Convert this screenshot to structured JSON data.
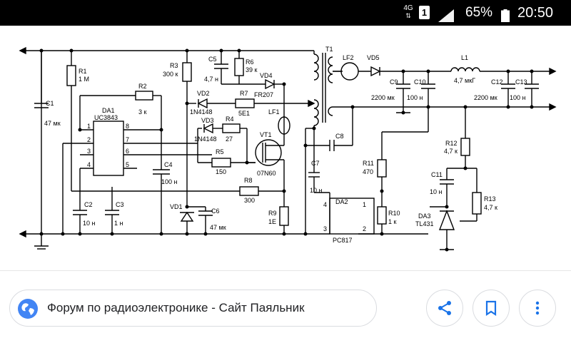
{
  "status_bar": {
    "network_type": "4G",
    "sim_slot": "1",
    "battery_percent": "65%",
    "time": "20:50",
    "icons": [
      "signal-icon",
      "battery-icon",
      "data-arrows-icon"
    ]
  },
  "schematic": {
    "labels": {
      "t1": "T1",
      "lf2": "LF2",
      "vd5": "VD5",
      "l1": "L1",
      "l1_val": "4,7 мкГ",
      "c1": "C1",
      "c1_val": "47 мк",
      "r1": "R1",
      "r1_val": "1 М",
      "r2": "R2",
      "r2_val": "3 к",
      "r3": "R3",
      "r3_val": "300 к",
      "c5": "C5",
      "c5_val": "4,7 н",
      "r6": "R6",
      "r6_val": "39 к",
      "vd4": "VD4",
      "vd4_val": "FR207",
      "vd2": "VD2",
      "vd2_val": "1N4148",
      "r7": "R7",
      "r7_val": "5Е1",
      "vd3": "VD3",
      "vd3_val": "1N4148",
      "r4": "R4",
      "r4_val": "27",
      "lf1": "LF1",
      "vt1": "VT1",
      "vt1_val": "07N60",
      "r5": "R5",
      "r5_val": "150",
      "da1": "DA1",
      "da1_val": "UC3843",
      "pin1": "1",
      "pin2": "2",
      "pin3": "3",
      "pin4": "4",
      "pin5": "5",
      "pin6": "6",
      "pin7": "7",
      "pin8": "8",
      "c4": "C4",
      "c4_val": "100 н",
      "r8": "R8",
      "r8_val": "300",
      "c2": "C2",
      "c2_val": "10 н",
      "c3": "C3",
      "c3_val": "1 н",
      "vd1": "VD1",
      "c6": "C6",
      "c6_val": "47 мк",
      "r9": "R9",
      "r9_val": "1Е",
      "c8": "C8",
      "c7": "C7",
      "c7_val": "10 н",
      "da2": "DA2",
      "da2_val": "PC817",
      "da2_p1": "1",
      "da2_p2": "2",
      "da2_p3": "3",
      "da2_p4": "4",
      "r11": "R11",
      "r11_val": "470",
      "r10": "R10",
      "r10_val": "1 к",
      "c9": "C9",
      "c9_val": "2200 мк",
      "c10": "C10",
      "c10_val": "100 н",
      "c12": "C12",
      "c12_val": "2200 мк",
      "c13": "C13",
      "c13_val": "100 н",
      "r12": "R12",
      "r12_val": "4,7 к",
      "c11": "C11",
      "c11_val": "10 н",
      "r13": "R13",
      "r13_val": "4,7 к",
      "da3": "DA3",
      "da3_val": "TL431",
      "plus": "+",
      "minus": "−"
    }
  },
  "bottom_bar": {
    "source_title": "Форум по радиоэлектронике - Сайт Паяльник",
    "icons": [
      "globe-icon",
      "share-icon",
      "bookmark-icon",
      "more-vert-icon"
    ]
  }
}
